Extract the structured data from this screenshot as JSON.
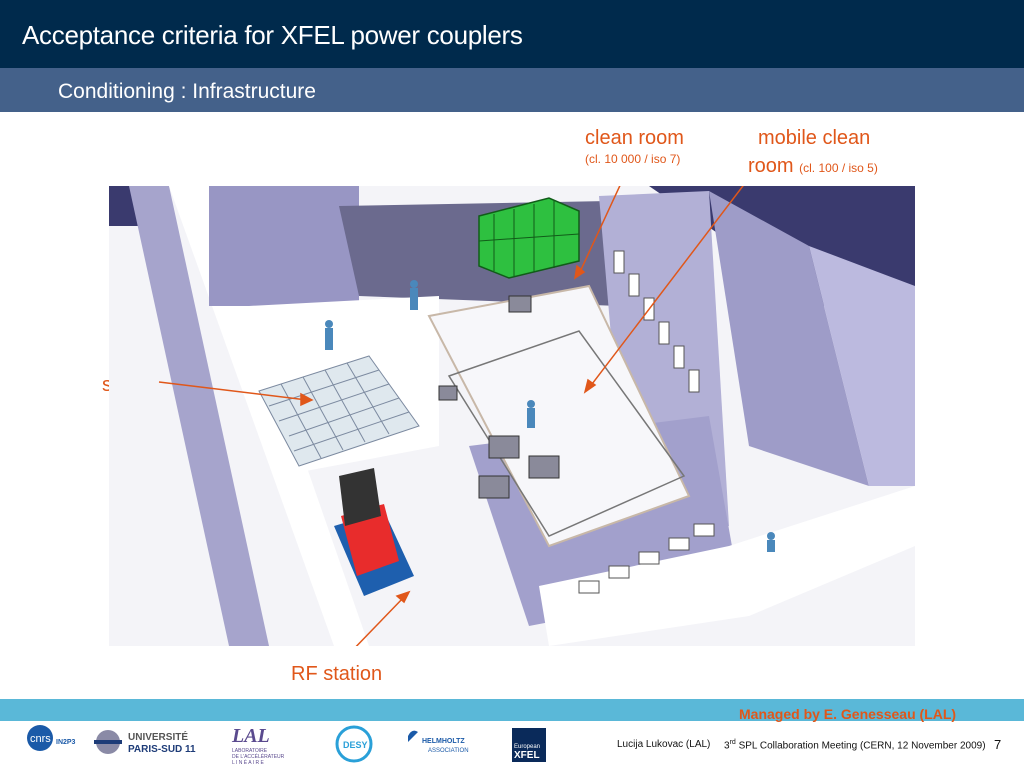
{
  "header": {
    "title": "Acceptance criteria for XFEL power couplers",
    "subtitle": "Conditioning : Infrastructure"
  },
  "labels": {
    "clean_room": "clean room",
    "clean_room_spec": "(cl. 10 000 / iso 7)",
    "mobile_clean_1": "mobile clean",
    "mobile_clean_2": "room",
    "mobile_clean_spec": "(cl. 100 / iso 5)",
    "stock": "stock",
    "rf_station": "RF station"
  },
  "footer": {
    "managed_by": "Managed by E. Genesseau (LAL)",
    "author": "Lucija Lukovac (LAL)",
    "meeting_ord": "3",
    "meeting_sup": "rd",
    "meeting_rest": " SPL Collaboration Meeting (CERN, 12 November 2009)",
    "page": "7"
  },
  "logos": {
    "cnrs": "cnrs",
    "in2p3": "IN2P3",
    "paris_1": "UNIVERSITÉ",
    "paris_2": "PARIS-SUD 11",
    "lal": "LAL",
    "lal_sub_1": "LABORATOIRE",
    "lal_sub_2": "DE L'ACCÉLÉRATEUR",
    "lal_sub_3": "L I N É A I R E",
    "desy": "DESY",
    "helmholtz_1": "HELMHOLTZ",
    "helmholtz_2": "ASSOCIATION",
    "xfel_1": "European",
    "xfel_2": "XFEL"
  },
  "colors": {
    "header_bg": "#002a4c",
    "subheader_bg": "#44618a",
    "accent_orange": "#e0571a",
    "footer_band": "#5ab8d8",
    "wall": "#9e9cc8",
    "floor": "#f2f2f6",
    "stock_green": "#2ec040",
    "rf_red": "#e82c2c",
    "rf_blue": "#1e5fae"
  }
}
